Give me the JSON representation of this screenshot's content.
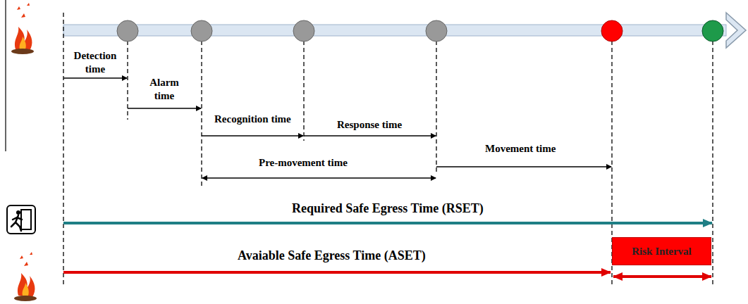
{
  "diagram": {
    "nodes": [
      {
        "text": [
          "Risk Interval"
        ]
      }
    ],
    "labels": [
      "Detection time",
      "Alarm time",
      "Recognition time",
      "Response time",
      "Pre-movement time",
      "Movement time",
      "Required Safe Egress Time (RSET)",
      "Avaiable Safe Egress Time (ASET)"
    ]
  }
}
